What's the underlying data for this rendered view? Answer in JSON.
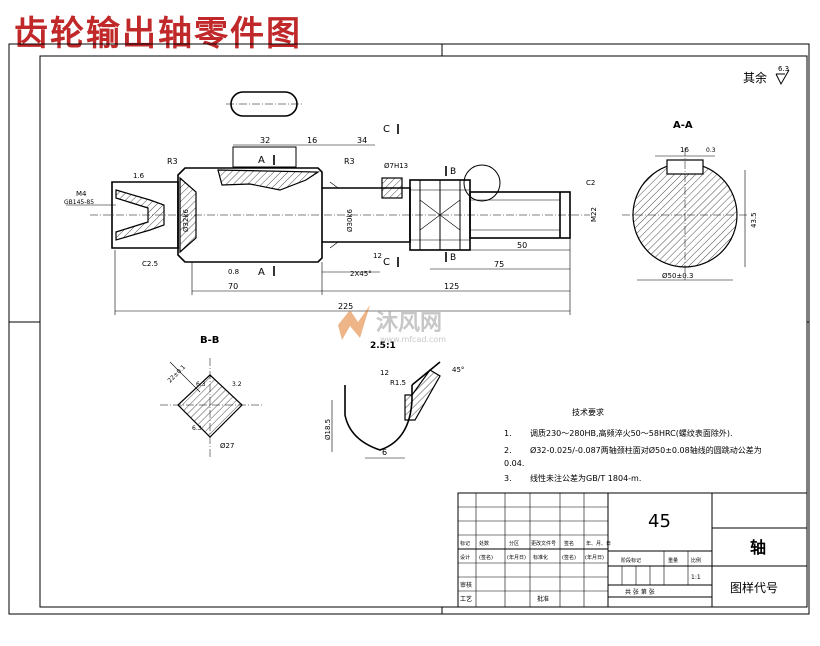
{
  "page_title": "齿轮输出轴零件图",
  "roughness_note": {
    "label": "其余",
    "value": "6.3"
  },
  "views": {
    "section_aa": "A-A",
    "section_bb": "B-B",
    "detail_scale": "2.5:1",
    "cut_a": "A",
    "cut_b": "B",
    "cut_c": "C"
  },
  "dimensions": {
    "d32": "32",
    "d16": "16",
    "d34": "34",
    "r3_left": "R3",
    "r3_right": "R3",
    "d1_6": "1.6",
    "m4": "M4",
    "gb_thread": "GB145-85",
    "c2_5": "C2.5",
    "d0_8": "0.8",
    "phi_body": "Ø32k6",
    "phi_mid": "Ø30k6",
    "phi7": "Ø7H13",
    "d12": "12",
    "d25x45": "2X45°",
    "d70": "70",
    "d125": "125",
    "d225": "225",
    "c2": "C2",
    "m22": "M22",
    "d50": "50",
    "d75": "75",
    "keyway_aa": "16",
    "tol_aa": "0.3",
    "d43_5": "43.5",
    "phi50": "Ø50±0.3",
    "bb_top": "22±0.1",
    "bb_a": "6.3",
    "bb_b": "3.2",
    "bb_c": "6.3",
    "bb_phi": "Ø27",
    "det_r1_5": "R1.5",
    "det_12": "12",
    "det_45": "45°",
    "det_phi": "Ø18.5",
    "det_6": "6"
  },
  "tech_requirements": {
    "heading": "技术要求",
    "items": [
      {
        "num": "1.",
        "text": "调质230～280HB,高频淬火50～58HRC(螺纹表面除外)."
      },
      {
        "num": "2.",
        "text": "Ø32-0.025/-0.087两轴颈柱面对Ø50±0.08轴线的圆跳动公差为"
      },
      {
        "num": "",
        "text": "0.04."
      },
      {
        "num": "3.",
        "text": "线性未注公差为GB/T  1804-m."
      }
    ]
  },
  "title_block": {
    "material": "45",
    "part_name": "轴",
    "drawing_code": "图样代号",
    "scale": "1:1",
    "row_labels": [
      "标记",
      "处数",
      "分区",
      "更改文件号",
      "签名",
      "年、月、日"
    ],
    "row_labels2": [
      "设计",
      "(签名)",
      "(年月日)",
      "标准化",
      "(签名)",
      "(年月日)"
    ],
    "stage_labels": [
      "阶段标记",
      "重量",
      "比例"
    ],
    "review": "审核",
    "process": "工艺",
    "approve": "批准",
    "sheet_label": "共   张   第   张"
  },
  "watermark": {
    "brand": "沐风网",
    "url": "www.mfcad.com"
  }
}
